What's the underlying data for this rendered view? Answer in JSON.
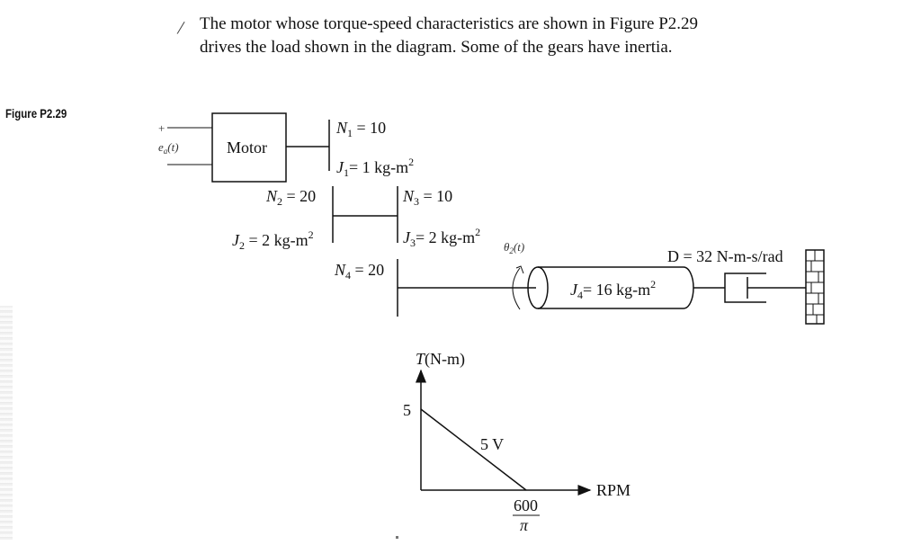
{
  "problem": {
    "line1": "The motor whose torque-speed characteristics are shown in Figure P2.29",
    "line2": "drives the load shown in the diagram. Some of the gears have inertia."
  },
  "figure_label": "Figure P2.29",
  "diagram": {
    "input_sign": "+",
    "input_voltage": "e",
    "input_voltage_sub": "a",
    "input_voltage_arg": "(t)",
    "motor_label": "Motor",
    "gear1": {
      "N": "N",
      "N_sub": "1",
      "N_val": " = 10",
      "J": "J",
      "J_sub": "1",
      "J_val": "= 1 kg-m",
      "J_exp": "2"
    },
    "gear2": {
      "N": "N",
      "N_sub": "2",
      "N_val": " = 20",
      "J": "J",
      "J_sub": "2",
      "J_val": " = 2 kg-m",
      "J_exp": "2"
    },
    "gear3": {
      "N": "N",
      "N_sub": "3",
      "N_val": " = 10",
      "J": "J",
      "J_sub": "3",
      "J_val": "= 2 kg-m",
      "J_exp": "2"
    },
    "gear4": {
      "N": "N",
      "N_sub": "4",
      "N_val": " = 20"
    },
    "theta": "θ",
    "theta_sub": "2",
    "theta_arg": "(t)",
    "load_inertia": {
      "J": "J",
      "J_sub": "4",
      "J_val": "= 16 kg-m",
      "J_exp": "2"
    },
    "damper": "D = 32 N-m-s/rad"
  },
  "chart_data": {
    "type": "line",
    "series": [
      {
        "x": [
          0,
          190.99
        ],
        "y": [
          5,
          0
        ]
      }
    ],
    "ylabel": "T(N-m)",
    "xlabel": "RPM",
    "y_tick": "5",
    "x_tick_num": "600",
    "x_tick_den": "π",
    "annotation": "5 V"
  }
}
